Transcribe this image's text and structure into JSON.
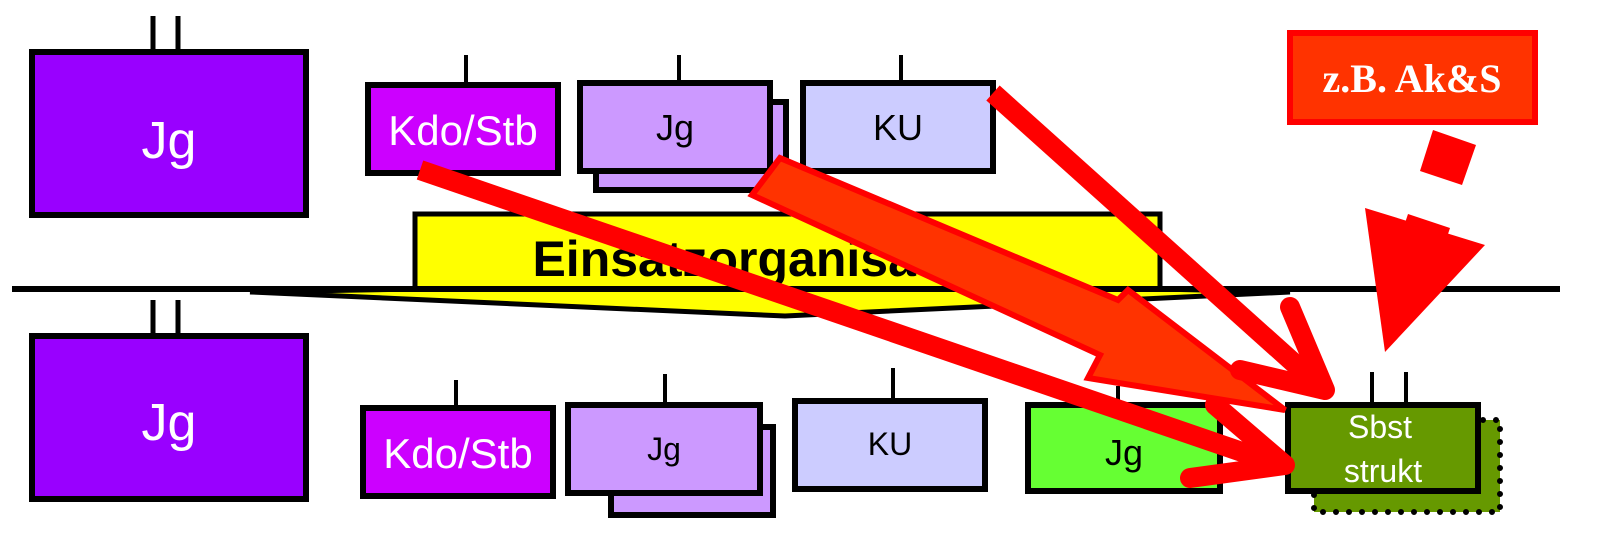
{
  "top_row": {
    "jg_large": "Jg",
    "kdo_stb": "Kdo/Stb",
    "jg": "Jg",
    "ku": "KU"
  },
  "banner": "Einsatzorganisation",
  "bottom_row": {
    "jg_large": "Jg",
    "kdo_stb": "Kdo/Stb",
    "jg": "Jg",
    "ku": "KU",
    "jg_green": "Jg",
    "sbst_line1": "Sbst",
    "sbst_line2": "strukt"
  },
  "callout": "z.B. Ak&S",
  "colors": {
    "purple": "#9900ff",
    "magenta": "#cc00ff",
    "lavender": "#cc99ff",
    "light_blue": "#ccccff",
    "green": "#66ff33",
    "olive": "#669900",
    "yellow": "#ffff00",
    "red": "#ff0000",
    "orange_red": "#ff3300"
  }
}
